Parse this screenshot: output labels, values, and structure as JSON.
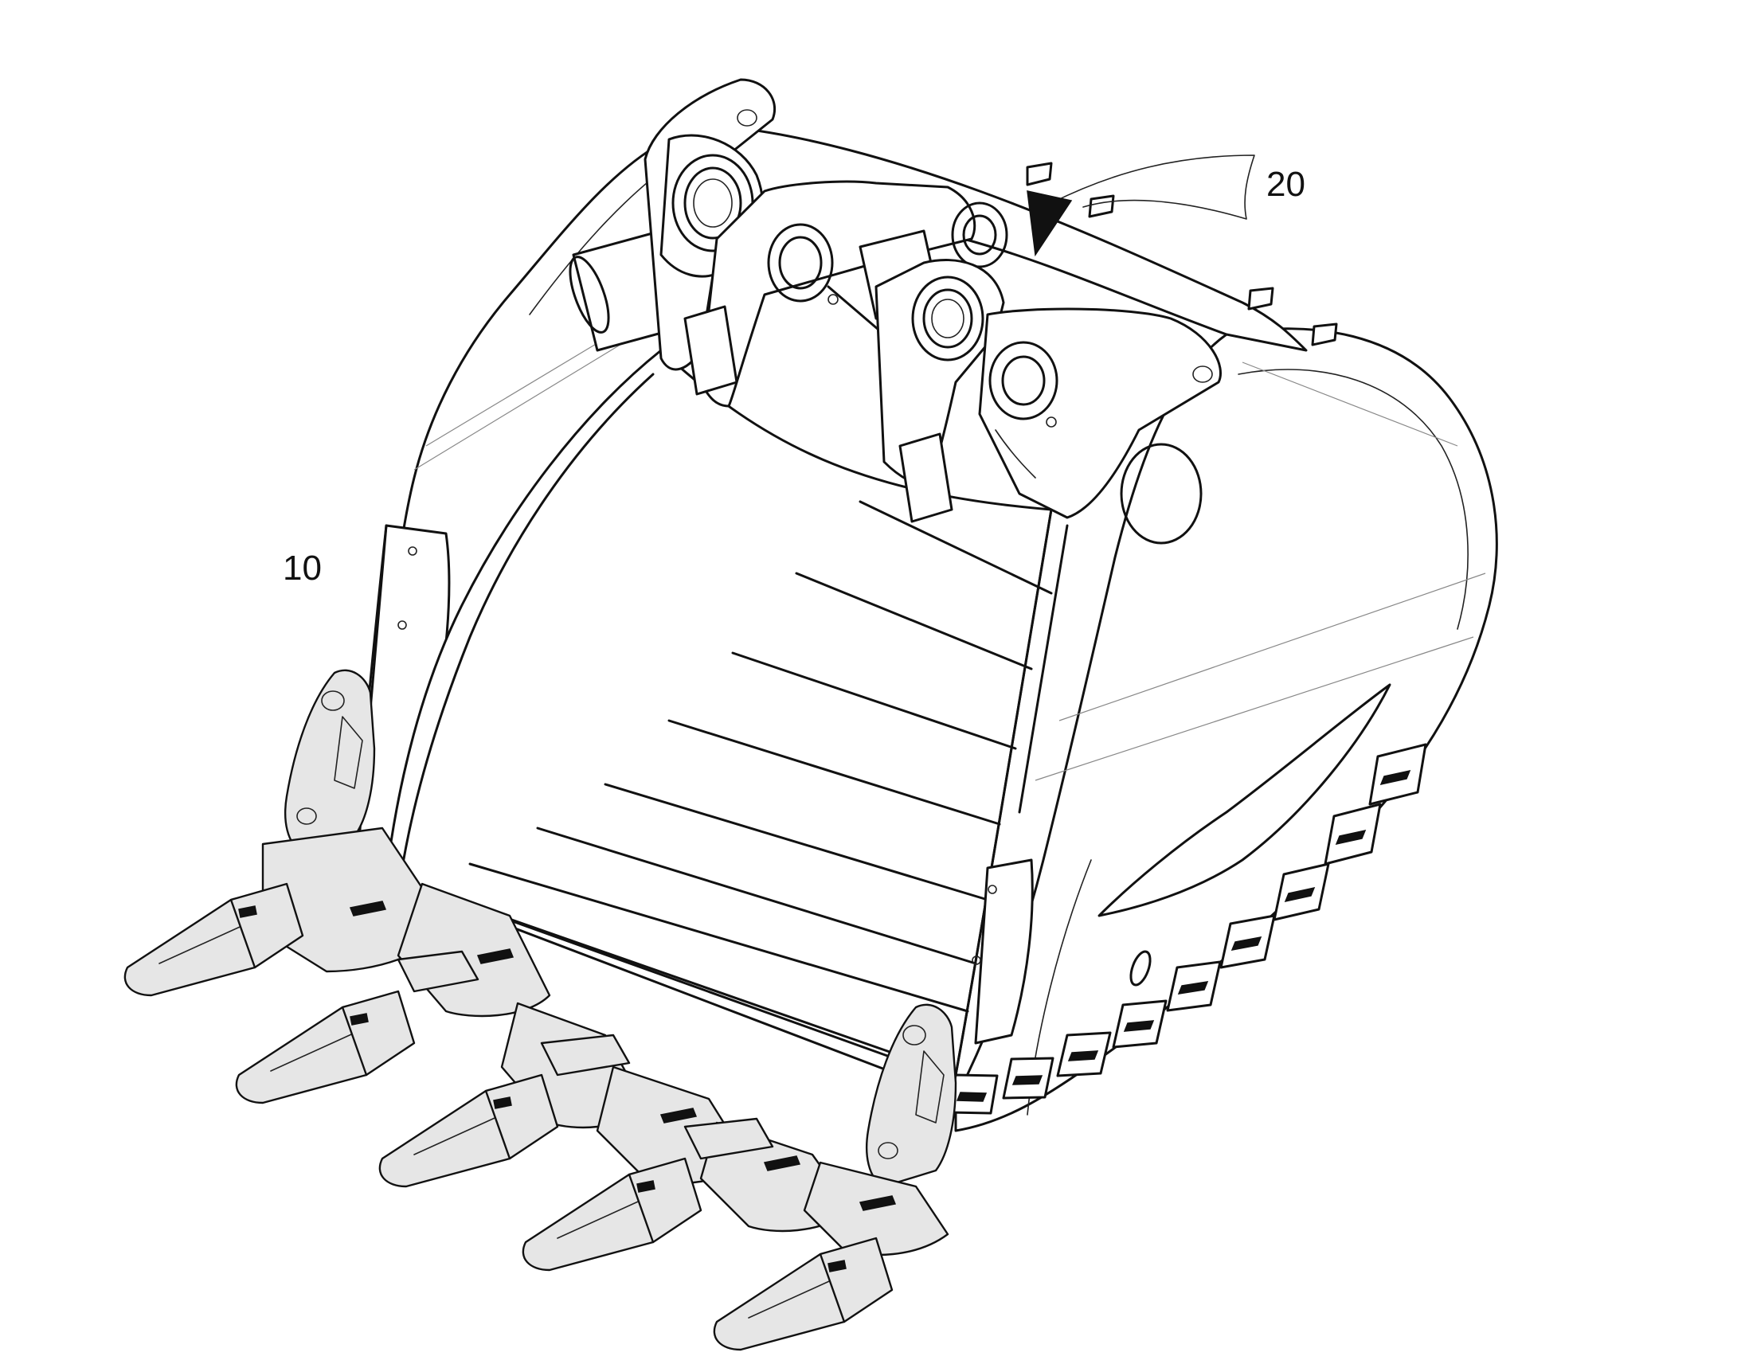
{
  "figure": {
    "labels": [
      {
        "id": "10",
        "text": "10"
      },
      {
        "id": "20",
        "text": "20"
      }
    ]
  },
  "colors": {
    "line": "#111111",
    "background": "#ffffff",
    "tooth_fill": "#e6e6e6"
  }
}
